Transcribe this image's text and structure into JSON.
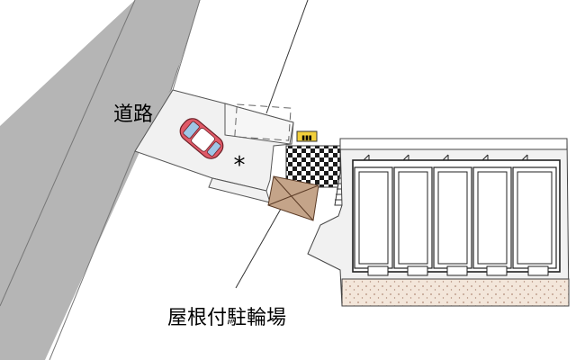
{
  "labels": {
    "road": "道路",
    "covered_bike_parking": "屋根付駐輪場"
  },
  "symbols": {
    "parking_mark": "*"
  },
  "units": {
    "count": 5
  },
  "colors": {
    "road": "#b5b5b5",
    "lot": "#f1f1f1",
    "building": "#ffffff",
    "bike_roof": "#c4a489",
    "car_body": "#e05a68",
    "sand_strip": "#f3e6da",
    "yellow_marker": "#f2cf3a"
  }
}
